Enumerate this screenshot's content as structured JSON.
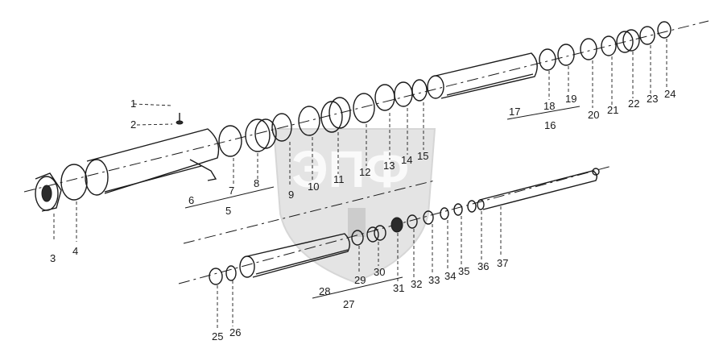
{
  "watermark": {
    "logo_text": "ЭПФ"
  },
  "callouts": {
    "c1": "1",
    "c2": "2",
    "c3": "3",
    "c4": "4",
    "c5": "5",
    "c6": "6",
    "c7": "7",
    "c8": "8",
    "c9": "9",
    "c10": "10",
    "c11": "11",
    "c12": "12",
    "c13": "13",
    "c14": "14",
    "c15": "15",
    "c16": "16",
    "c17": "17",
    "c18": "18",
    "c19": "19",
    "c20": "20",
    "c21": "21",
    "c22": "22",
    "c23": "23",
    "c24": "24",
    "c25": "25",
    "c26": "26",
    "c27": "27",
    "c28": "28",
    "c29": "29",
    "c30": "30",
    "c31": "31",
    "c32": "32",
    "c33": "33",
    "c34": "34",
    "c35": "35",
    "c36": "36",
    "c37": "37"
  }
}
